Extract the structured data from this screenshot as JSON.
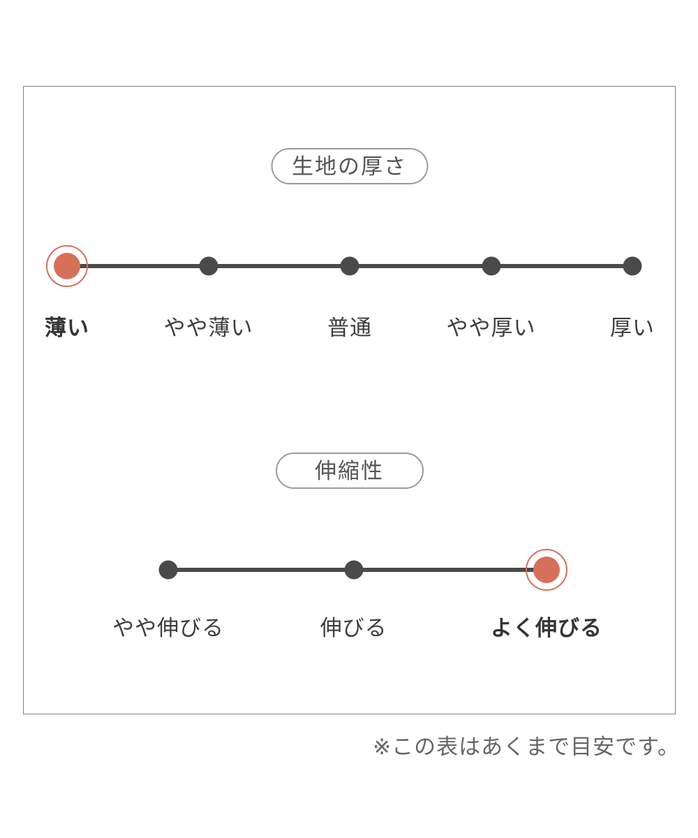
{
  "colors": {
    "accent": "#d7705a",
    "dot": "#4a4a4a",
    "line": "#4a4a4a",
    "border": "#828282",
    "pill-border": "#9a9a9a",
    "title": "#555555",
    "label": "#3d3d3d",
    "label-selected": "#353535",
    "note": "#666666"
  },
  "scales": [
    {
      "title": "生地の厚さ",
      "options": [
        {
          "label": "薄い",
          "selected": true
        },
        {
          "label": "やや薄い",
          "selected": false
        },
        {
          "label": "普通",
          "selected": false
        },
        {
          "label": "やや厚い",
          "selected": false
        },
        {
          "label": "厚い",
          "selected": false
        }
      ]
    },
    {
      "title": "伸縮性",
      "options": [
        {
          "label": "やや伸びる",
          "selected": false
        },
        {
          "label": "伸びる",
          "selected": false
        },
        {
          "label": "よく伸びる",
          "selected": true
        }
      ]
    }
  ],
  "note": "※この表はあくまで目安です。"
}
